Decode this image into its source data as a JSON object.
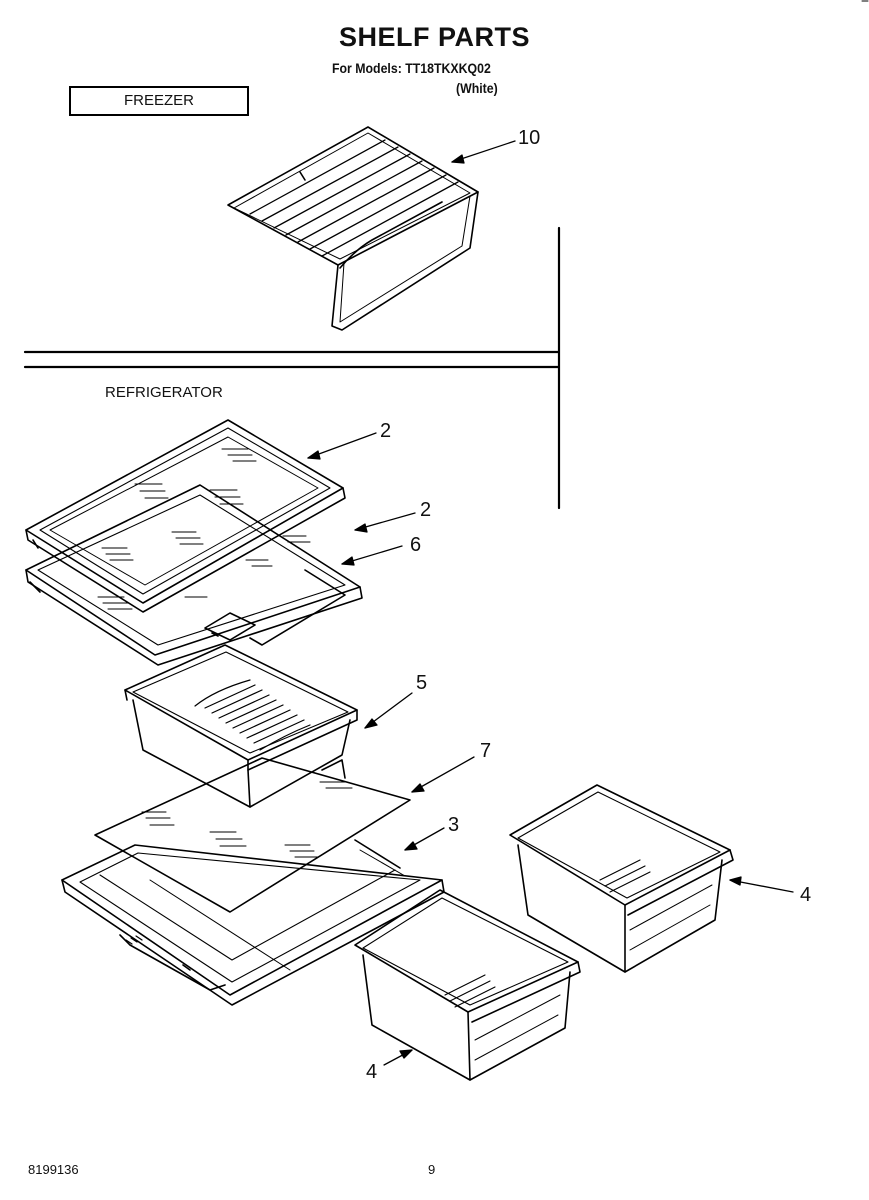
{
  "header": {
    "title": "SHELF PARTS",
    "models_line": "For Models: TT18TKXKQ02",
    "color_note": "(White)"
  },
  "sections": {
    "freezer": "FREEZER",
    "refrigerator": "REFRIGERATOR"
  },
  "callouts": [
    {
      "id": "freezer-wire-shelf",
      "number": "10"
    },
    {
      "id": "glass-shelf-upper",
      "number": "2"
    },
    {
      "id": "glass-shelf-lower",
      "number": "2"
    },
    {
      "id": "shelf-frame",
      "number": "6"
    },
    {
      "id": "meat-pan",
      "number": "5"
    },
    {
      "id": "crisper-glass-cover",
      "number": "7"
    },
    {
      "id": "crisper-cover-frame",
      "number": "3"
    },
    {
      "id": "crisper-drawer-right",
      "number": "4"
    },
    {
      "id": "crisper-drawer-left",
      "number": "4"
    }
  ],
  "footer": {
    "doc_number": "8199136",
    "page_number": "9"
  }
}
